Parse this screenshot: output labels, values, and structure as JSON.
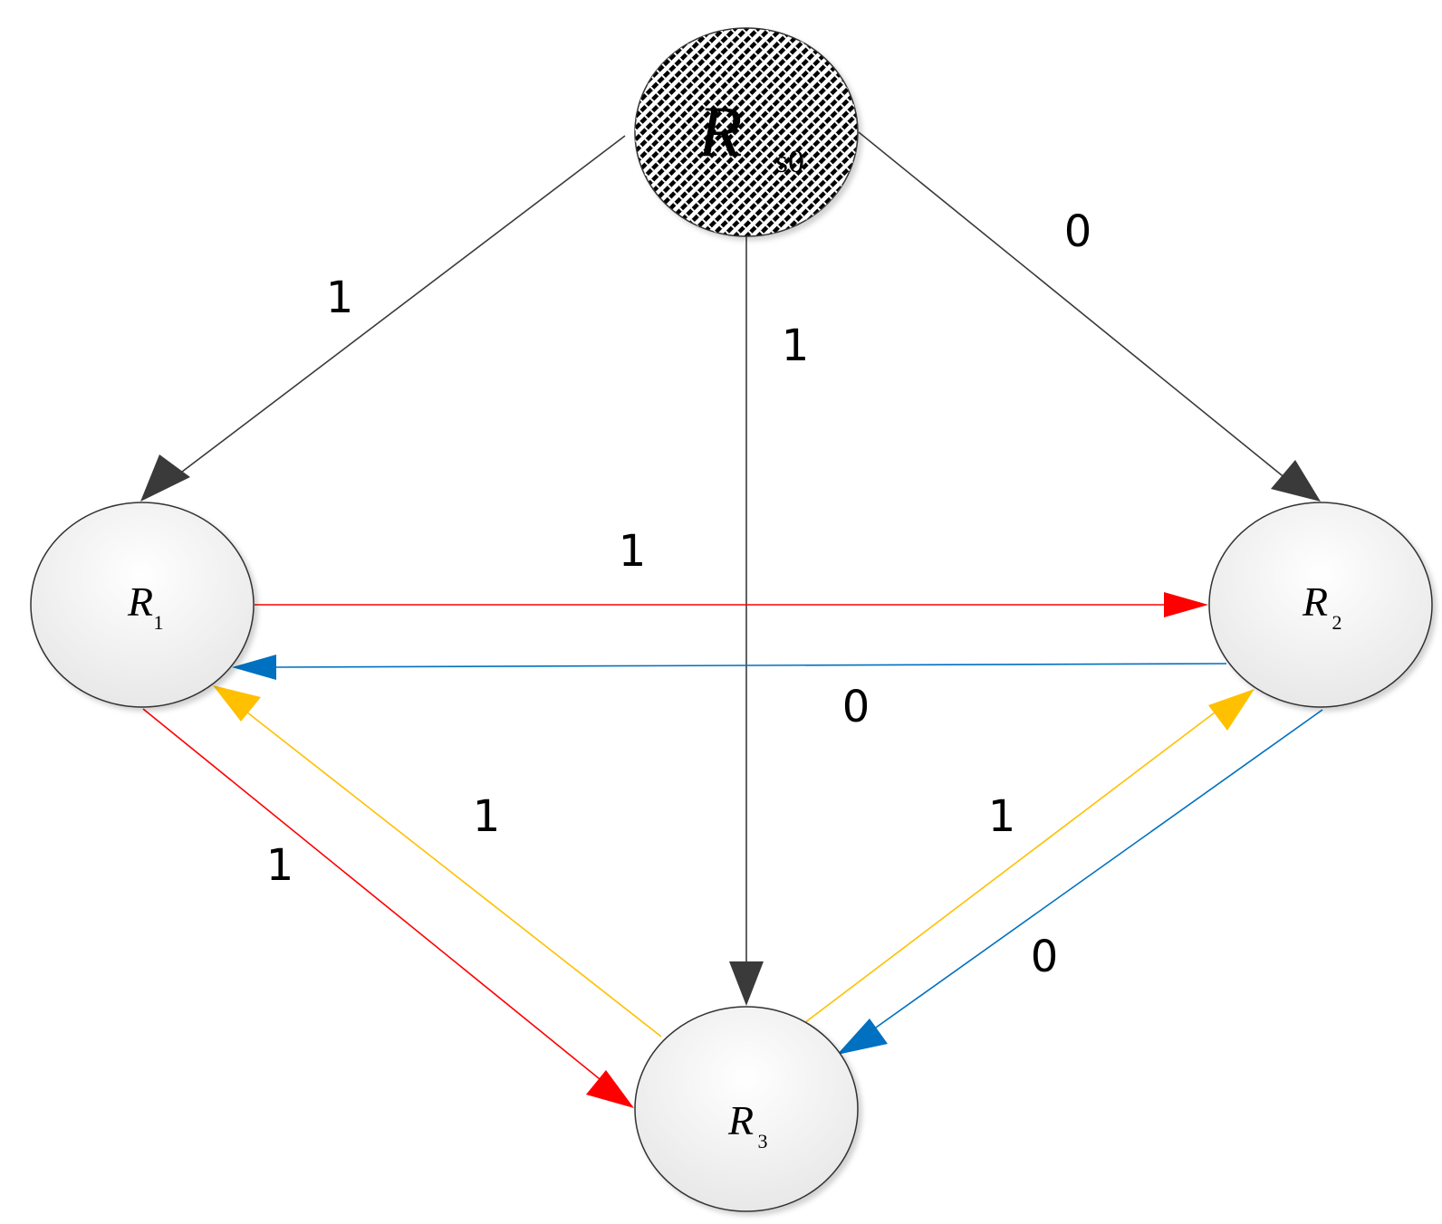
{
  "colors": {
    "black_edge": "#3a3a3a",
    "red_edge": "#ff0000",
    "blue_edge": "#0070c0",
    "yellow_edge": "#ffc000",
    "node_fill_top": "#ffffff",
    "node_fill_bottom": "#ececec",
    "node_stroke": "#333333",
    "hatch": "#000000"
  },
  "nodes": {
    "rs0": {
      "letter": "R",
      "sub": "s0"
    },
    "r1": {
      "letter": "R",
      "sub": "1"
    },
    "r2": {
      "letter": "R",
      "sub": "2"
    },
    "r3": {
      "letter": "R",
      "sub": "3"
    }
  },
  "edges": [
    {
      "from": "Rs0",
      "to": "R1",
      "label": "1",
      "color": "black_edge"
    },
    {
      "from": "Rs0",
      "to": "R3",
      "label": "1",
      "color": "black_edge"
    },
    {
      "from": "Rs0",
      "to": "R2",
      "label": "0",
      "color": "black_edge"
    },
    {
      "from": "R1",
      "to": "R2",
      "label": "1",
      "color": "red_edge"
    },
    {
      "from": "R2",
      "to": "R1",
      "label": "0",
      "color": "blue_edge"
    },
    {
      "from": "R1",
      "to": "R3",
      "label": "1",
      "color": "red_edge"
    },
    {
      "from": "R3",
      "to": "R1",
      "label": "1",
      "color": "yellow_edge"
    },
    {
      "from": "R3",
      "to": "R2",
      "label": "1",
      "color": "yellow_edge"
    },
    {
      "from": "R2",
      "to": "R3",
      "label": "0",
      "color": "blue_edge"
    }
  ]
}
